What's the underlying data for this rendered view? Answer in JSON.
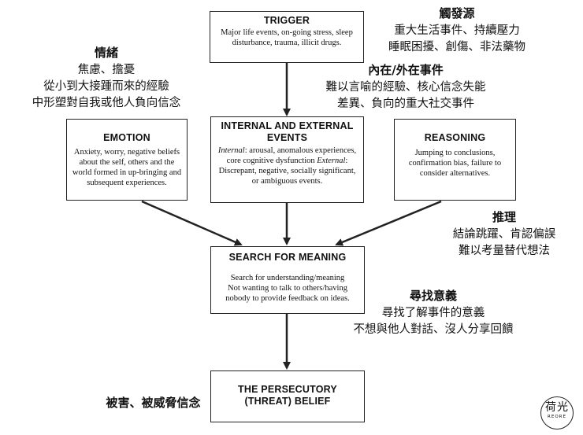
{
  "boxes": {
    "trigger": {
      "title": "TRIGGER",
      "body": "Major life events, on-going stress, sleep disturbance, trauma, illicit drugs."
    },
    "emotion": {
      "title": "EMOTION",
      "body": "Anxiety, worry, negative beliefs about the self, others and the world formed in up-bringing and subsequent experiences."
    },
    "internal": {
      "title": "INTERNAL AND EXTERNAL EVENTS",
      "internal_label": "Internal",
      "internal_text": ": arousal, anomalous experiences, core cognitive dysfunction",
      "external_label": "External",
      "external_text": ": Discrepant, negative, socially significant, or ambiguous events."
    },
    "reasoning": {
      "title": "REASONING",
      "body": "Jumping to conclusions, confirmation bias, failure to consider alternatives."
    },
    "search": {
      "title": "SEARCH FOR MEANING",
      "body1": "Search for understanding/meaning",
      "body2": "Not wanting to talk to others/having nobody to provide feedback on ideas."
    },
    "persecutory": {
      "title_line1": "THE PERSECUTORY",
      "title_line2": "(THREAT) BELIEF"
    }
  },
  "annotations": {
    "trigger_zh": {
      "heading": "觸發源",
      "lines": [
        "重大生活事件、持續壓力",
        "睡眠困擾、創傷、非法藥物"
      ]
    },
    "emotion_zh": {
      "heading": "情緒",
      "lines": [
        "焦慮、擔憂",
        "從小到大接踵而來的經驗",
        "中形塑對自我或他人負向信念"
      ]
    },
    "internal_zh": {
      "heading": "內在/外在事件",
      "lines": [
        "難以言喻的經驗、核心信念失能",
        "差異、負向的重大社交事件"
      ]
    },
    "reasoning_zh": {
      "heading": "推理",
      "lines": [
        "結論跳躍、肯認偏誤",
        "難以考量替代想法"
      ]
    },
    "search_zh": {
      "heading": "尋找意義",
      "lines": [
        "尋找了解事件的意義",
        "不想與他人對話、沒人分享回饋"
      ]
    },
    "persecutory_zh": {
      "heading": "被害、被威脅信念"
    }
  },
  "logo": {
    "glyphs": "荷光",
    "subtext": "REORE"
  }
}
